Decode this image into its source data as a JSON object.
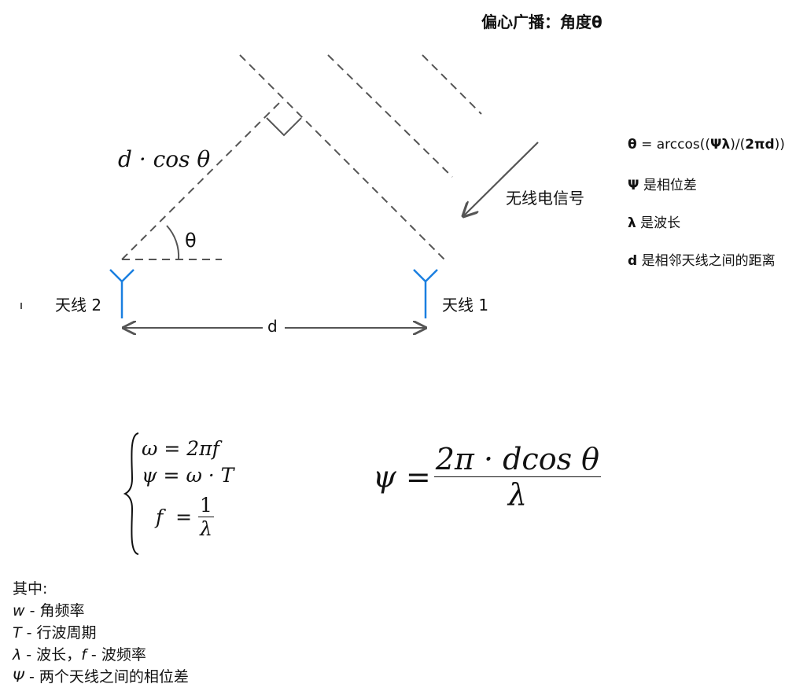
{
  "title": "偏心广播：角度θ",
  "diagram": {
    "dcos_label": "d · cos θ",
    "theta_label": "θ",
    "signal_label": "无线电信号",
    "antenna2_label": "天线 2",
    "antenna1_label": "天线 1",
    "d_label": "d",
    "antenna_color": "#1a7fe0",
    "line_color": "#555555"
  },
  "side_notes": {
    "formula_prefix": "θ",
    "formula_mid": " = arccos((",
    "formula_inner": "Ψλ",
    "formula_mid2": ")/(",
    "formula_inner2": "2πd",
    "formula_end": "))",
    "psi_symbol": "Ψ",
    "psi_text": " 是相位差",
    "lambda_symbol": "λ",
    "lambda_text": " 是波长",
    "d_symbol": "d",
    "d_text": " 是相邻天线之间的距离"
  },
  "equations": {
    "line1": "ω = 2πf",
    "line2": "ψ = ω · T",
    "f_lhs": "f  = ",
    "f_num": "1",
    "f_den": "λ",
    "psi_lhs": "ψ =",
    "psi_num": "2π · dcos θ",
    "psi_den": "λ"
  },
  "legend": {
    "heading": "其中:",
    "items": [
      {
        "sym": "w",
        "text": " - 角频率"
      },
      {
        "sym": "T",
        "text": " - 行波周期"
      },
      {
        "sym": "λ",
        "text": " - 波长，"
      },
      {
        "sym": "Ψ",
        "text": " - 两个天线之间的相位差"
      }
    ],
    "item3_sym2": "f",
    "item3_text2": " - 波频率"
  }
}
